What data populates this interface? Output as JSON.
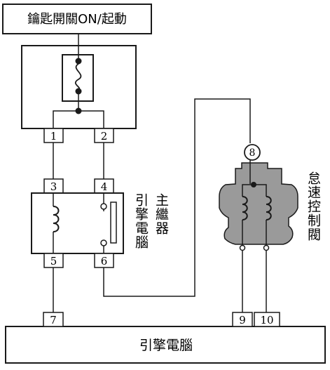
{
  "header": {
    "label": "鑰匙開關ON/起動"
  },
  "pins": {
    "p1": "1",
    "p2": "2",
    "p3": "3",
    "p4": "4",
    "p5": "5",
    "p6": "6",
    "p7": "7",
    "p8": "8",
    "p9": "9",
    "p10": "10"
  },
  "relay": {
    "label_a": "引擎電腦",
    "label_b": "主繼器"
  },
  "valve": {
    "label": "怠速控制閥"
  },
  "ecu": {
    "label": "引擎電腦"
  },
  "colors": {
    "line": "#1a1a1a",
    "valve_fill": "#9a9a9a"
  }
}
